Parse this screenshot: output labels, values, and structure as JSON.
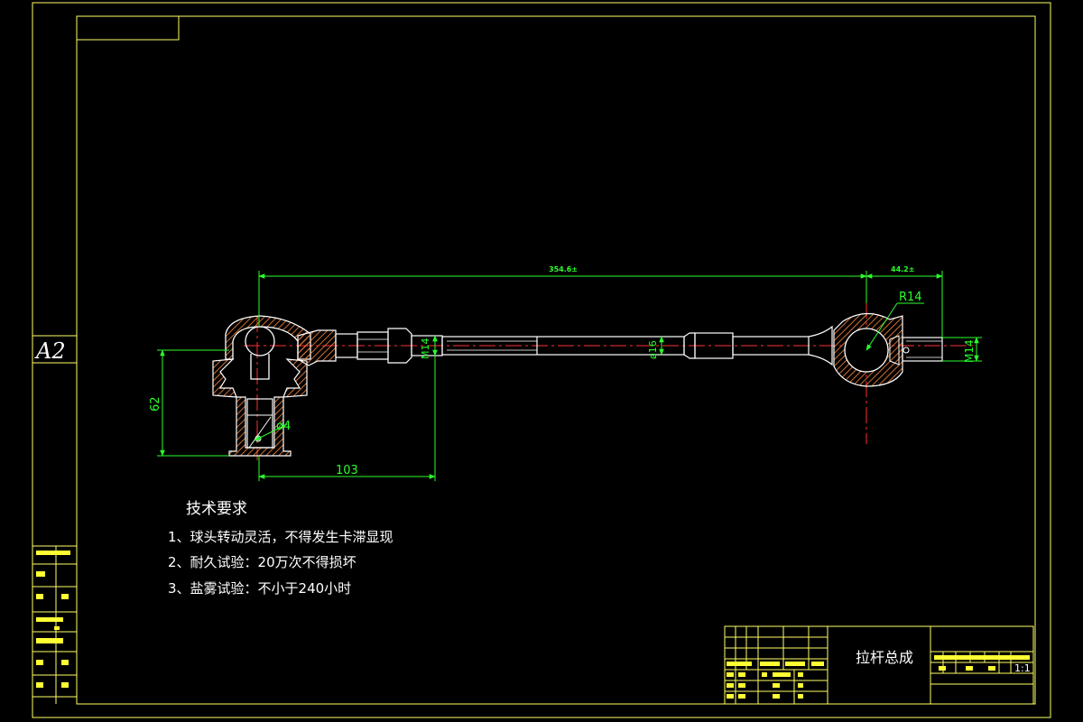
{
  "colors": {
    "background": "#000000",
    "frame": "#ffff66",
    "part": "#ffffff",
    "dimension": "#2bff2b",
    "centerline": "#ff3030",
    "hatch": "#ff8a3d",
    "table_text": "#ffff33"
  },
  "sheet": {
    "size_label": "A2"
  },
  "dimensions": {
    "overall_length": "354.6±",
    "right_offset": "44.2±",
    "radius": "R14",
    "thread_left": "M14",
    "shaft_dia": "ø16",
    "thread_right": "M14",
    "height": "62",
    "hole_dia": "ø4",
    "left_length": "103"
  },
  "tech_requirements": {
    "heading": "技术要求",
    "items": [
      "1、球头转动灵活，不得发生卡滞显现",
      "2、耐久试验：20万次不得损坏",
      "3、盐雾试验：不小于240小时"
    ]
  },
  "title_block": {
    "part_name": "拉杆总成",
    "scale": "1:1"
  }
}
